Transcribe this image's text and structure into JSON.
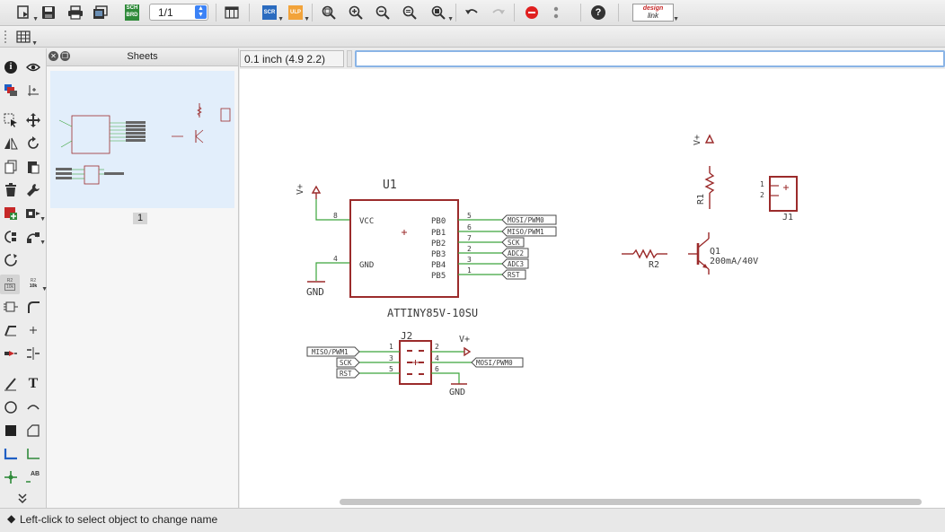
{
  "toolbar": {
    "sheet_value": "1/1",
    "scr_label": "SCR",
    "ulp_label": "ULP",
    "sch_brd_top": "SCH",
    "sch_brd_bottom": "BRD",
    "design_link_top": "design",
    "design_link_bottom": "link",
    "help_label": "?"
  },
  "sheets_panel": {
    "title": "Sheets",
    "page_number": "1"
  },
  "coordinate_display": "0.1 inch (4.9 2.2)",
  "command_input": "",
  "left_tools": {
    "info_label": "i",
    "text_tool_label": "T",
    "name_tool_top": "R2",
    "name_tool_bottom": "10k",
    "value_tool_top": "R2",
    "value_tool_bottom": "10k",
    "attribute_label": "AB"
  },
  "status": {
    "message": "Left-click to select object to change name"
  },
  "schematic": {
    "u1": {
      "name": "U1",
      "value": "ATTINY85V-10SU",
      "left_pins": [
        {
          "num": "8",
          "name": "VCC"
        },
        {
          "num": "4",
          "name": "GND"
        }
      ],
      "right_pins": [
        {
          "num": "5",
          "name": "PB0",
          "label": "MOSI/PWM0"
        },
        {
          "num": "6",
          "name": "PB1",
          "label": "MISO/PWM1"
        },
        {
          "num": "7",
          "name": "PB2",
          "label": "SCK"
        },
        {
          "num": "2",
          "name": "PB3",
          "label": "ADC2"
        },
        {
          "num": "3",
          "name": "PB4",
          "label": "ADC3"
        },
        {
          "num": "1",
          "name": "PB5",
          "label": "RST"
        }
      ],
      "supply_top": "V+",
      "supply_gnd": "GND"
    },
    "j2": {
      "name": "J2",
      "left_labels": [
        "MISO/PWM1",
        "SCK",
        "RST"
      ],
      "left_pins": [
        "1",
        "3",
        "5"
      ],
      "right_pins": [
        "2",
        "4",
        "6"
      ],
      "right_label": "MOSI/PWM0",
      "supply_top": "V+",
      "supply_gnd": "GND"
    },
    "r1": {
      "name": "R1",
      "supply": "V+"
    },
    "j1": {
      "name": "J1",
      "pins": [
        "1",
        "2"
      ]
    },
    "r2": {
      "name": "R2"
    },
    "q1": {
      "name": "Q1",
      "value": "200mA/40V"
    }
  },
  "colors": {
    "body": "#9b2b2b",
    "wire": "#3ca53c",
    "label": "#4a4a4a",
    "thumbnail_bg": "#e2eefb"
  }
}
